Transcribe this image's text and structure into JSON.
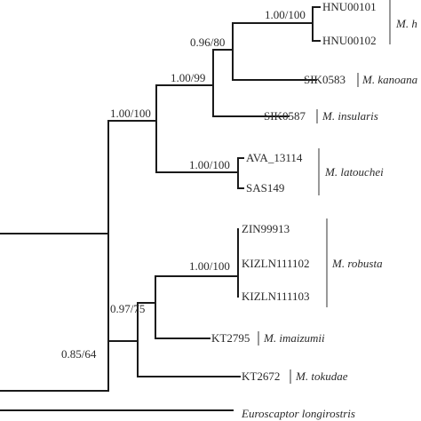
{
  "node_support": {
    "n_hnu": "1.00/100",
    "n_hnu_sik0583": "0.96/80",
    "n_sik_group": "1.00/99",
    "n_upper": "1.00/100",
    "n_latouchei": "1.00/100",
    "n_robusta": "1.00/100",
    "n_robusta_imaizumii": "0.97/75",
    "n_lower": "0.85/64"
  },
  "tips": {
    "hnu00101": "HNU00101",
    "hnu00102": "HNU00102",
    "sik0583": "SIK0583",
    "sik0587": "SIK0587",
    "ava13114": "AVA_13114",
    "sas149": "SAS149",
    "zin99913": "ZIN99913",
    "kizln111102": "KIZLN111102",
    "kizln111103": "KIZLN111103",
    "kt2795": "KT2795",
    "kt2672": "KT2672"
  },
  "species": {
    "m_h": "M. h",
    "m_kanoana": "M. kanoana",
    "m_insularis": "M. insularis",
    "m_latouchei": "M. latouchei",
    "m_robusta": "M. robusta",
    "m_imaizumii": "M. imaizumii",
    "m_tokudae": "M. tokudae",
    "outgroup": "Euroscaptor longirostris"
  }
}
